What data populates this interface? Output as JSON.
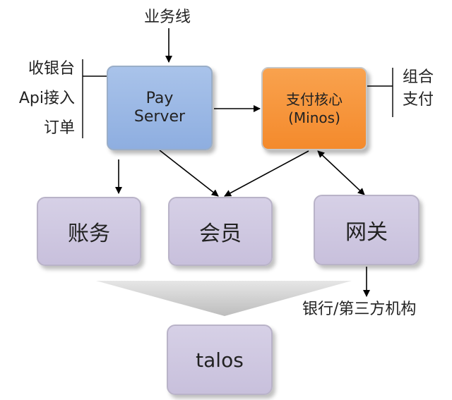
{
  "top_input": "业务线",
  "pay_server": {
    "line1": "Pay",
    "line2": "Server"
  },
  "core": {
    "line1": "支付核心",
    "line2": "(Minos)"
  },
  "left_labels": [
    "收银台",
    "Api接入",
    "订单"
  ],
  "right_labels": [
    "组合",
    "支付"
  ],
  "services": {
    "accounting": "账务",
    "member": "会员",
    "gateway": "网关"
  },
  "bank_label": "银行/第三方机构",
  "talos": "talos",
  "colors": {
    "pay_server": "#9bb7e6",
    "core": "#f7963c",
    "service_box": "#cfc8e0",
    "funnel": "#d2d2d2",
    "line": "#000000"
  }
}
